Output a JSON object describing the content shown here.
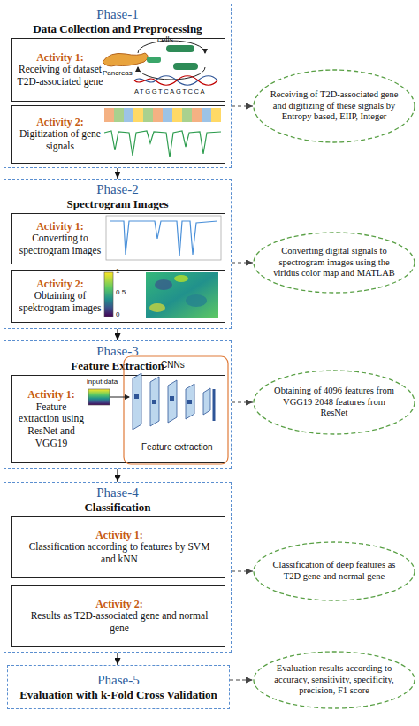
{
  "diagram": {
    "nodes": [
      {
        "text": [
          "Phase-1",
          "Data Collection and Preprocessing"
        ]
      },
      {
        "text": [
          "Activity 1:",
          "Receiving of dataset T2D-associated gene"
        ],
        "in": 0
      },
      {
        "text": [
          "Activity 2:",
          "Digitization of gene signals"
        ],
        "in": 0
      },
      {
        "text": [
          "Receiving of T2D-associated gene and digitizing of these signals by Entropy based, EIIP, Integer"
        ]
      },
      {
        "text": [
          "Phase-2",
          "Spectrogram Images"
        ]
      },
      {
        "text": [
          "Activity 1:",
          "Converting to spectrogram images"
        ],
        "in": 4
      },
      {
        "text": [
          "Activity 2:",
          "Obtaining of spektrogram images"
        ],
        "in": 4
      },
      {
        "text": [
          "Converting digital signals to spectrogram images using the viridus color map and MATLAB"
        ]
      },
      {
        "text": [
          "Phase-3",
          "Feature Extraction"
        ]
      },
      {
        "text": [
          "Activity 1:",
          "Feature extraction using ResNet and VGG19"
        ],
        "in": 8
      },
      {
        "text": [
          "Obtaining of 4096 features from VGG19 2048 features from ResNet"
        ]
      },
      {
        "text": [
          "Phase-4",
          "Classification"
        ]
      },
      {
        "text": [
          "Activity 1:",
          "Classification according to features by SVM and kNN"
        ],
        "in": 11
      },
      {
        "text": [
          "Activity 2:",
          "Results as T2D-associated gene and normal gene"
        ],
        "in": 11
      },
      {
        "text": [
          "Classification of deep features as T2D gene and normal gene"
        ]
      },
      {
        "text": [
          "Phase-5",
          "Evaluation with k-Fold Cross Validation"
        ]
      },
      {
        "text": [
          "Evaluation results according to accuracy, sensitivity, specificity, precision, F1 score"
        ]
      }
    ],
    "edges": [
      {
        "from": 0,
        "to": 4,
        "arrow": "to"
      },
      {
        "from": 4,
        "to": 8,
        "arrow": "to"
      },
      {
        "from": 8,
        "to": 11,
        "arrow": "to"
      },
      {
        "from": 11,
        "to": 15,
        "arrow": "to"
      },
      {
        "from": 0,
        "to": 3,
        "arrow": "to"
      },
      {
        "from": 4,
        "to": 7,
        "arrow": "to"
      },
      {
        "from": 8,
        "to": 10,
        "arrow": "to"
      },
      {
        "from": 11,
        "to": 14,
        "arrow": "to"
      },
      {
        "from": 15,
        "to": 16,
        "arrow": "to"
      }
    ],
    "labels": [
      "cells",
      "Pancreas",
      "ATGGTCAGTCCA",
      "1",
      "0.5",
      "0",
      "input data",
      "CNNs",
      "Feature extraction"
    ]
  }
}
